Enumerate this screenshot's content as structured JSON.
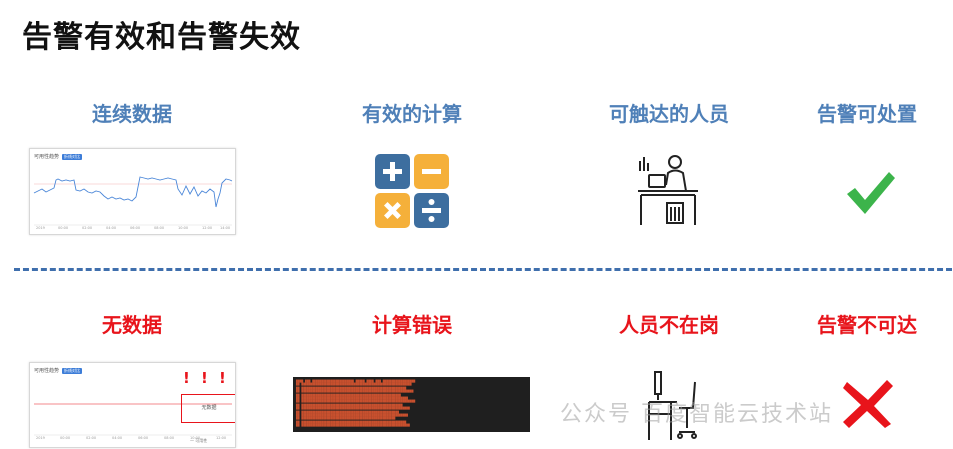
{
  "title": "告警有效和告警失效",
  "valid": {
    "continuous_data": "连续数据",
    "effective_calc": "有效的计算",
    "reachable_staff": "可触达的人员",
    "actionable_alert": "告警可处置"
  },
  "invalid": {
    "no_data": "无数据",
    "calc_error": "计算错误",
    "staff_absent": "人员不在岗",
    "alert_unreachable": "告警不可达"
  },
  "thumb_top": {
    "header": "可用性趋势",
    "chip": "折线对比"
  },
  "thumb_bottom": {
    "header": "可用性趋势",
    "chip": "折线对比",
    "box_text": "无数据",
    "legend": "— 可用性"
  },
  "colors": {
    "valid_label": "#4f80b8",
    "invalid_label": "#e8141b",
    "divider": "#3f6fad",
    "check": "#3cb44b",
    "cross": "#e8141b"
  },
  "icons": {
    "calculator": "calculator-icon",
    "staff_desk": "person-at-desk-icon",
    "check": "check-mark-icon",
    "empty_desk": "empty-desk-icon",
    "cross": "cross-mark-icon"
  },
  "watermark": "公众号 百度智能云技术站"
}
